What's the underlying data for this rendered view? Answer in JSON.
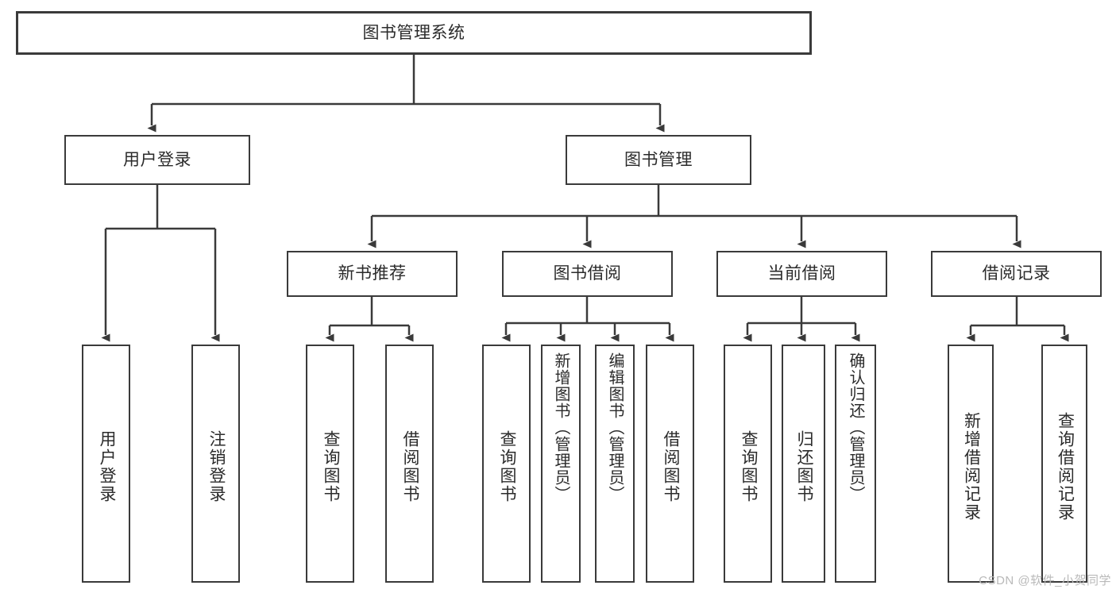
{
  "diagram": {
    "title": "图书管理系统",
    "type": "hierarchy-tree",
    "root": {
      "label": "图书管理系统"
    },
    "level2": [
      {
        "label": "用户登录"
      },
      {
        "label": "图书管理"
      }
    ],
    "level3": [
      {
        "label": "新书推荐"
      },
      {
        "label": "图书借阅"
      },
      {
        "label": "当前借阅"
      },
      {
        "label": "借阅记录"
      }
    ],
    "leaves": {
      "user_login": [
        {
          "label": "用户登录"
        },
        {
          "label": "注销登录"
        }
      ],
      "new_book_recommend": [
        {
          "label": "查询图书"
        },
        {
          "label": "借阅图书"
        }
      ],
      "book_borrow": [
        {
          "label": "查询图书"
        },
        {
          "label": "新增图书（管理员）"
        },
        {
          "label": "编辑图书（管理员）"
        },
        {
          "label": "借阅图书"
        }
      ],
      "current_borrow": [
        {
          "label": "查询图书"
        },
        {
          "label": "归还图书"
        },
        {
          "label": "确认归还（管理员）"
        }
      ],
      "borrow_record": [
        {
          "label": "新增借阅记录"
        },
        {
          "label": "查询借阅记录"
        }
      ]
    }
  },
  "watermark": {
    "text": "CSDN @软件_小贺同学"
  },
  "colors": {
    "border": "#3a3a3a",
    "text": "#2b2b2b",
    "background": "#ffffff",
    "watermark": "#b9b9b9"
  }
}
